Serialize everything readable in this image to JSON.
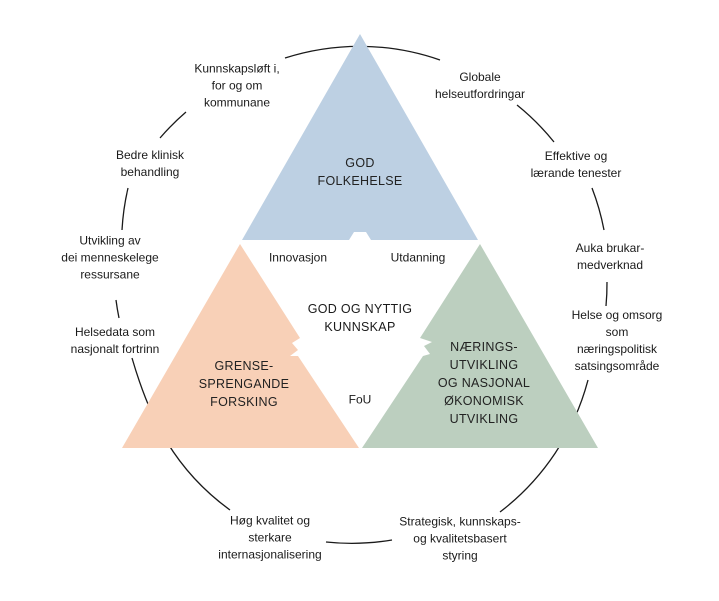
{
  "colors": {
    "top_triangle": "#bdd0e3",
    "left_triangle": "#f8d0b7",
    "right_triangle": "#bccfbf",
    "circle_line": "#1a1a1a",
    "background": "#ffffff"
  },
  "triangles": {
    "top": "GOD\nFOLKEHELSE",
    "left": "GRENSE-\nSPRENGANDE\nFORSKING",
    "right": "NÆRINGS-\nUTVIKLING\nOG NASJONAL\nØKONOMISK\nUTVIKLING"
  },
  "center": "GOD OG NYTTIG\nKUNNSKAP",
  "inner_labels": {
    "innovasjon": "Innovasjon",
    "utdanning": "Utdanning",
    "fou": "FoU"
  },
  "outer_labels": [
    "Kunnskapsløft i,\nfor og om\nkommunane",
    "Globale\nhelseutfordringar",
    "Effektive og\nlærande tenester",
    "Auka brukar-\nmedverknad",
    "Helse og omsorg\nsom næringspolitisk\nsatsingsområde",
    "Strategisk, kunnskaps-\nog kvalitetsbasert\nstyring",
    "Høg kvalitet og\nsterkare\ninternasjonalisering",
    "Helsedata som\nnasjonalt fortrinn",
    "Utvikling av\ndei menneskelege\nressursane",
    "Bedre klinisk\nbehandling"
  ]
}
